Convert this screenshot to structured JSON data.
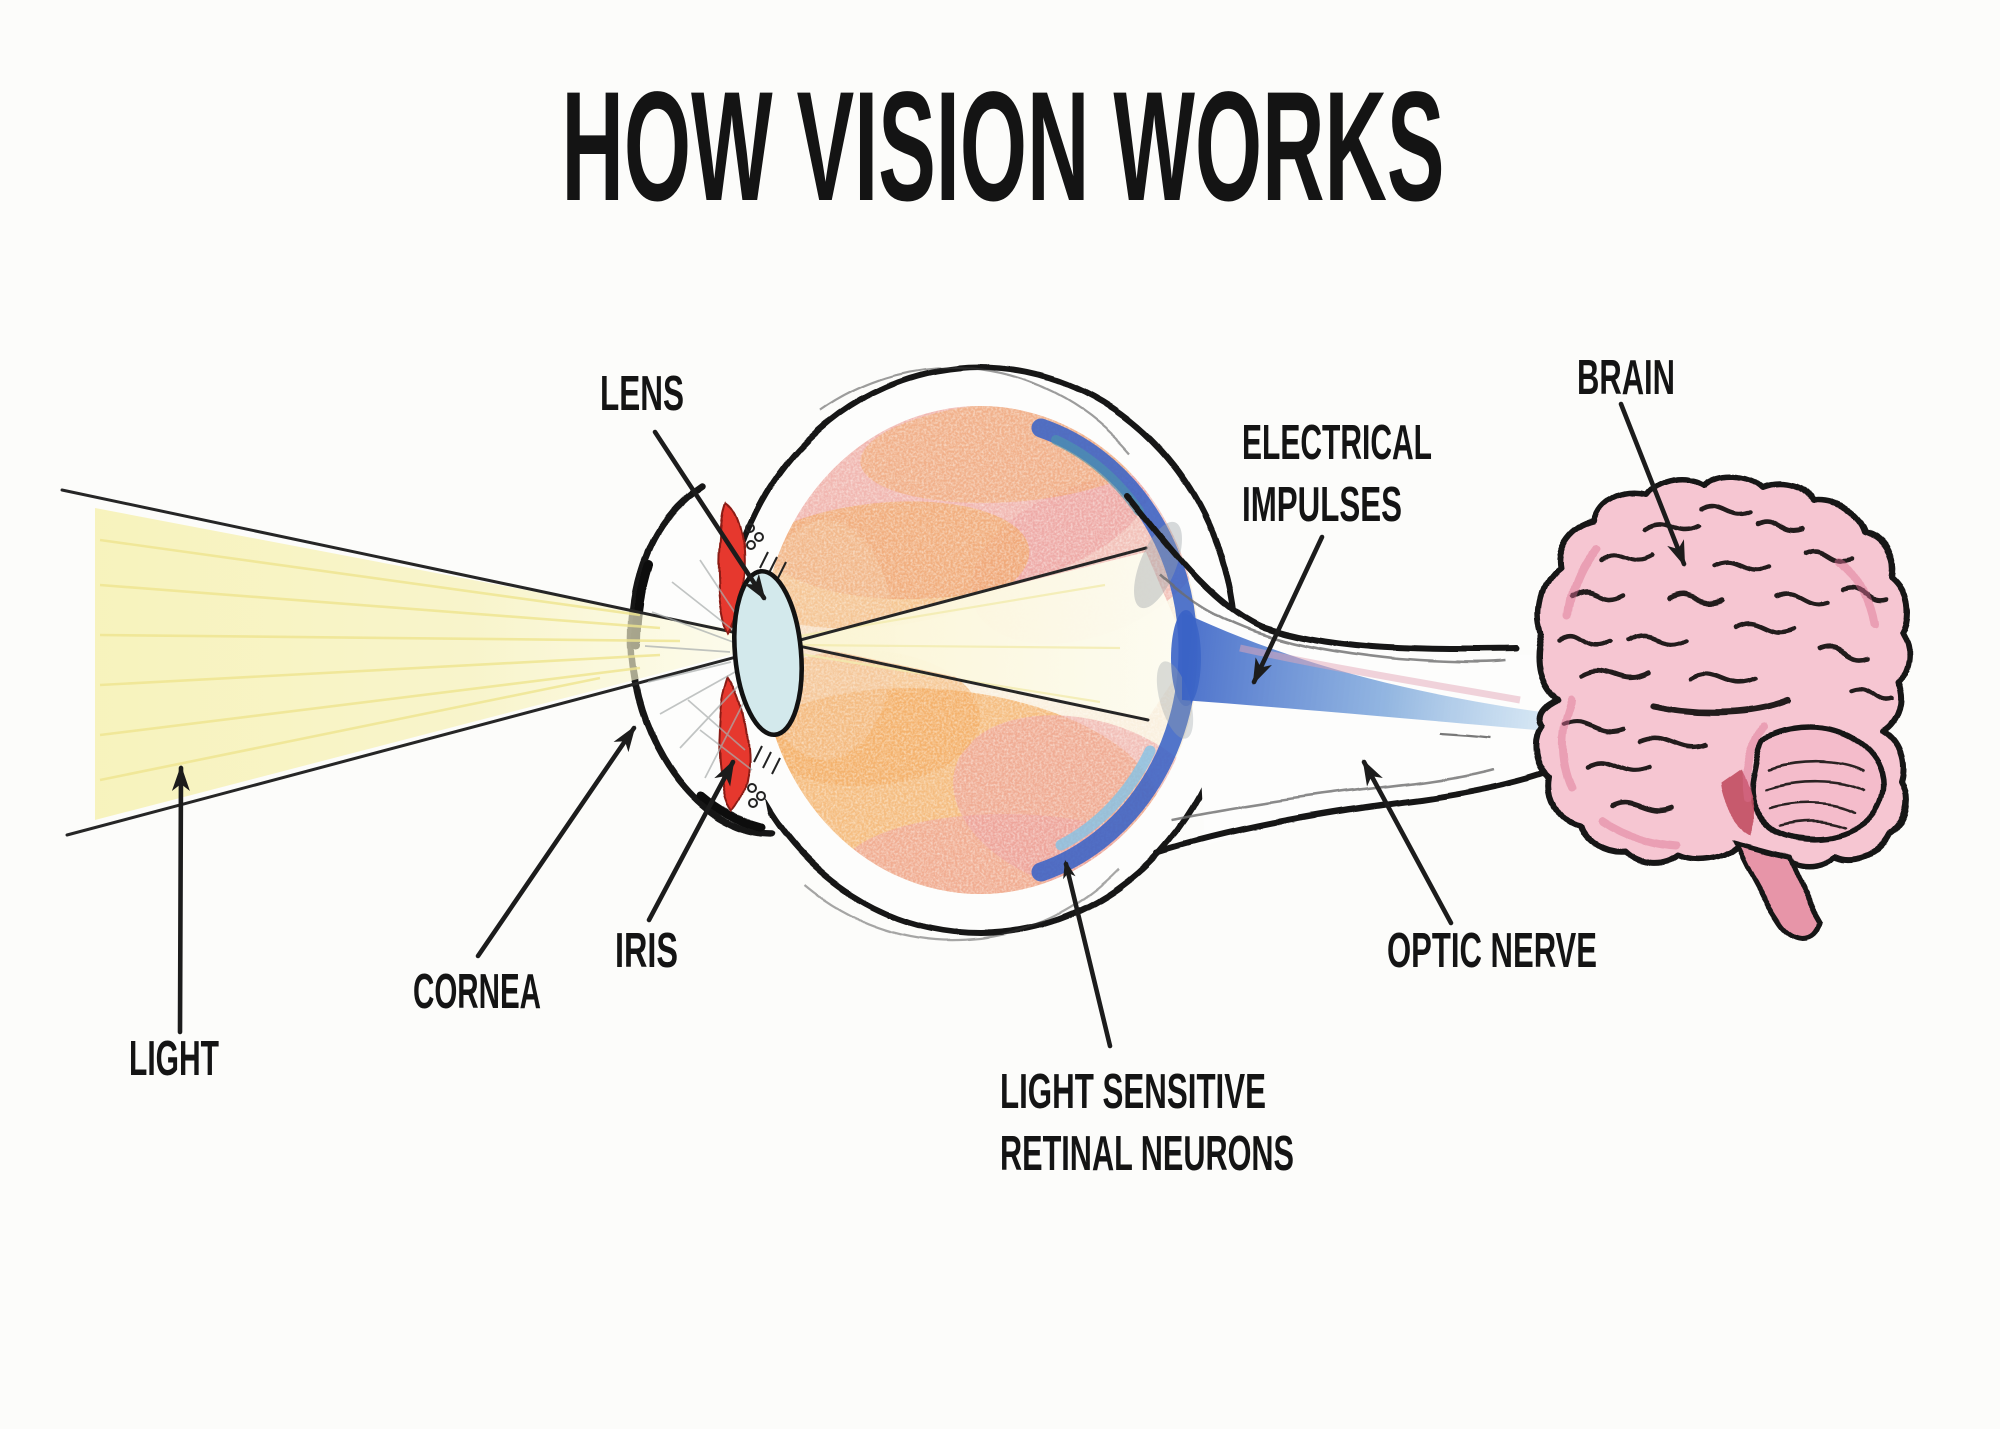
{
  "title": "HOW VISION WORKS",
  "labels": {
    "light": "LIGHT",
    "cornea": "CORNEA",
    "iris": "IRIS",
    "lens": "LENS",
    "electrical_impulses_line1": "ELECTRICAL",
    "electrical_impulses_line2": "IMPULSES",
    "retinal_neurons_line1": "LIGHT SENSITIVE",
    "retinal_neurons_line2": "RETINAL NEURONS",
    "optic_nerve": "OPTIC NERVE",
    "brain": "BRAIN"
  },
  "colors": {
    "ink": "#1a1a1a",
    "label_text": "#141414",
    "beam_yellow": "#f5efae",
    "wedge_cream": "#fbf7dd",
    "retina_blue": "#3a63c6",
    "retina_light_blue": "#85c3e6",
    "retina_teal": "#4b95ae",
    "iris_red": "#e6392f",
    "interior_pink": "#eda1a0",
    "interior_orange": "#f2a95c",
    "lens_blue": "#d3e9ec",
    "brain_pink": "#f6c6d2",
    "brain_shade": "#dd7190",
    "nerve_gray": "#6d6d6d"
  }
}
